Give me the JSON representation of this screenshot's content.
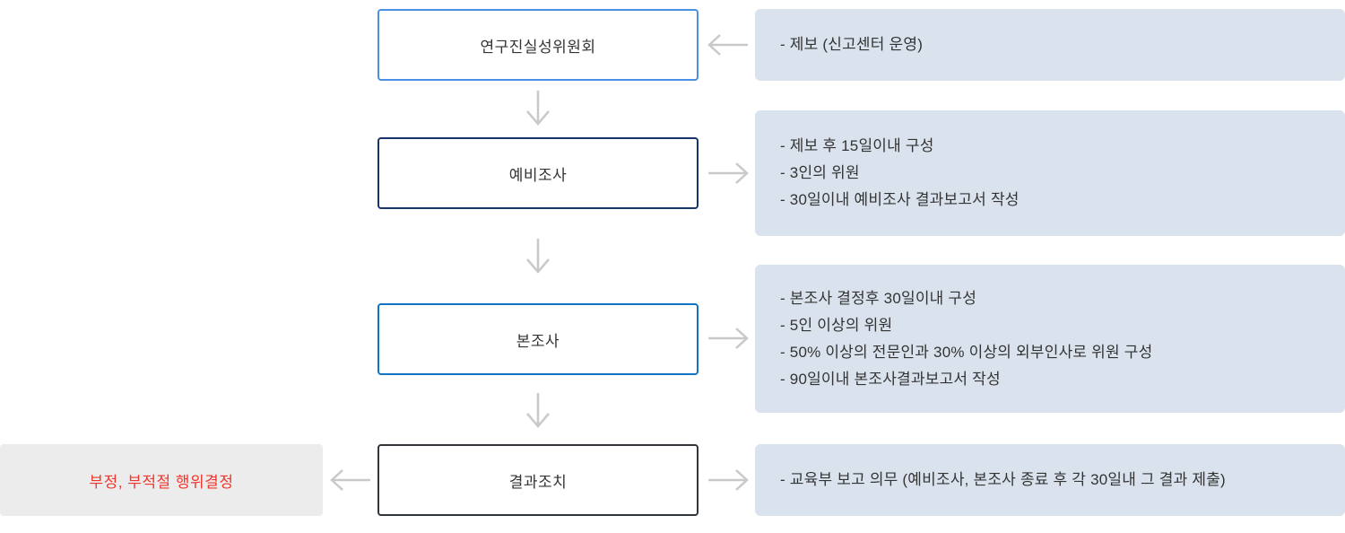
{
  "diagram": {
    "nodes": {
      "committee": "연구진실성위원회",
      "preliminary": "예비조사",
      "main": "본조사",
      "action": "결과조치"
    },
    "notes": {
      "report": [
        "- 제보 (신고센터 운영)"
      ],
      "preliminary": [
        "- 제보 후 15일이내 구성",
        "- 3인의 위원",
        "- 30일이내 예비조사 결과보고서 작성"
      ],
      "main": [
        "- 본조사 결정후 30일이내 구성",
        "- 5인 이상의 위원",
        "- 50% 이상의 전문인과 30% 이상의 외부인사로 위원 구성",
        "- 90일이내 본조사결과보고서 작성"
      ],
      "action": [
        "- 교육부 보고 의무 (예비조사, 본조사 종료 후 각 30일내 그 결과 제출)"
      ]
    },
    "result": "부정, 부적절 행위결정"
  },
  "colors": {
    "committee_border": "#4a90e2",
    "preliminary_border": "#173468",
    "main_border": "#1272c3",
    "action_border": "#30353b",
    "note_bg": "#dae3ed",
    "result_bg": "#ececec",
    "result_text": "#f0352c",
    "arrow": "#c9c9c9",
    "text": "#333333"
  }
}
